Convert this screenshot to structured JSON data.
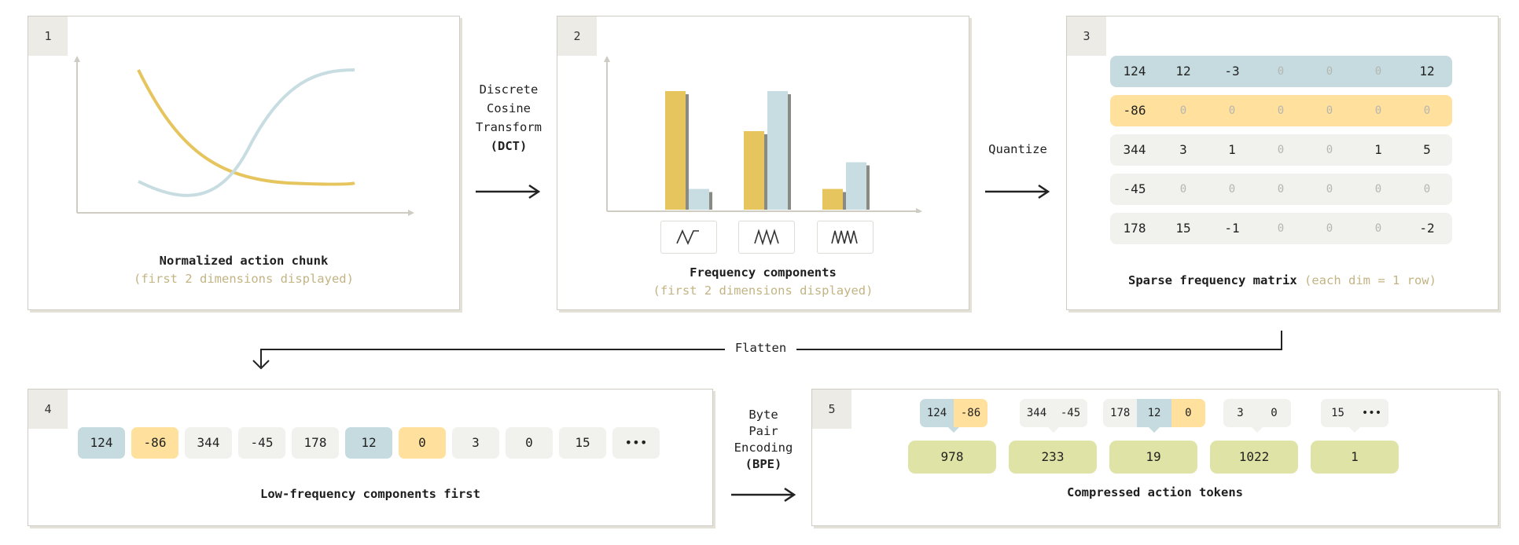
{
  "colors": {
    "blue": "#c5dbe0",
    "yellow": "#ffe09d",
    "gray": "#f1f1ed",
    "green": "#dfe4a6",
    "curve_yellow": "#e6c55f",
    "curve_blue": "#c7dde2"
  },
  "panel1": {
    "badge": "1",
    "title": "Normalized action chunk",
    "subtitle": "(first 2 dimensions displayed)"
  },
  "step_dct": {
    "line1": "Discrete",
    "line2": "Cosine",
    "line3": "Transform",
    "line4": "(DCT)"
  },
  "panel2": {
    "badge": "2",
    "title": "Frequency components",
    "subtitle": "(first 2 dimensions displayed)",
    "chart_data": {
      "type": "bar",
      "categories": [
        "low-frequency",
        "mid-frequency",
        "high-frequency"
      ],
      "series": [
        {
          "values": [
            8.0,
            5.3,
            1.4
          ]
        },
        {
          "values": [
            1.4,
            8.0,
            3.2
          ]
        }
      ],
      "ylim": [
        0,
        9
      ],
      "category_icons": [
        "single-wave-icon",
        "double-wave-icon",
        "triple-wave-icon"
      ]
    }
  },
  "step_quantize": {
    "label": "Quantize"
  },
  "panel3": {
    "badge": "3",
    "title": "Sparse frequency matrix",
    "subtitle": "(each dim = 1 row)",
    "rows": [
      [
        "124",
        "12",
        "-3",
        "0",
        "0",
        "0",
        "12"
      ],
      [
        "-86",
        "0",
        "0",
        "0",
        "0",
        "0",
        "0"
      ],
      [
        "344",
        "3",
        "1",
        "0",
        "0",
        "1",
        "5"
      ],
      [
        "-45",
        "0",
        "0",
        "0",
        "0",
        "0",
        "0"
      ],
      [
        "178",
        "15",
        "-1",
        "0",
        "0",
        "0",
        "-2"
      ]
    ]
  },
  "step_flatten": {
    "label": "Flatten"
  },
  "panel4": {
    "badge": "4",
    "title": "Low-frequency components first",
    "chips": [
      "124",
      "-86",
      "344",
      "-45",
      "178",
      "12",
      "0",
      "3",
      "0",
      "15",
      "•••"
    ]
  },
  "step_bpe": {
    "line1": "Byte",
    "line2": "Pair",
    "line3": "Encoding",
    "line4": "(BPE)"
  },
  "panel5": {
    "badge": "5",
    "title": "Compressed action tokens",
    "groups": [
      [
        "124",
        "-86"
      ],
      [
        "344",
        "-45"
      ],
      [
        "178",
        "12",
        "0"
      ],
      [
        "3",
        "0"
      ],
      [
        "15",
        "•••"
      ]
    ],
    "tokens": [
      "978",
      "233",
      "19",
      "1022",
      "1"
    ]
  }
}
